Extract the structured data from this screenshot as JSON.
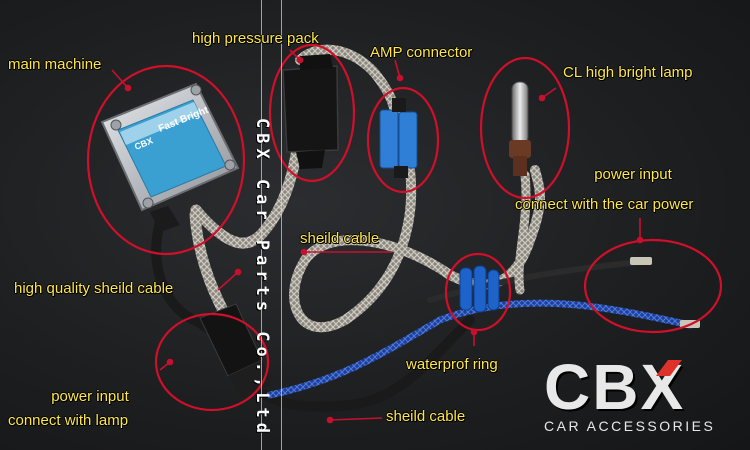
{
  "labels": {
    "main_machine": "main machine",
    "high_pressure_pack": "high pressure pack",
    "amp_connector": "AMP connector",
    "cl_lamp": "CL high bright lamp",
    "power_input_car_1": "power input",
    "power_input_car_2": "connect with the car power",
    "sheild_cable_top": "sheild cable",
    "high_quality_cable": "high quality sheild cable",
    "waterproof_ring": "waterprof ring",
    "power_input_lamp_1": "power input",
    "power_input_lamp_2": "connect with lamp",
    "sheild_cable_bottom": "sheild cable"
  },
  "device": {
    "sticker_title": "Fast Bright",
    "sticker_brand": "CBX"
  },
  "watermark": "CBX Car Parts Co.,Ltd",
  "brand": {
    "letter_1": "C",
    "letter_2": "B",
    "letter_3": "X",
    "tagline": "CAR ACCESSORIES"
  },
  "colors": {
    "label_yellow": "#ffe74a",
    "circle_red": "#d0102a",
    "leader_red": "#c8102e",
    "connector_blue": "#2f7fd6",
    "ring_blue": "#1d63c9",
    "brand_x_red": "#e0302a"
  }
}
